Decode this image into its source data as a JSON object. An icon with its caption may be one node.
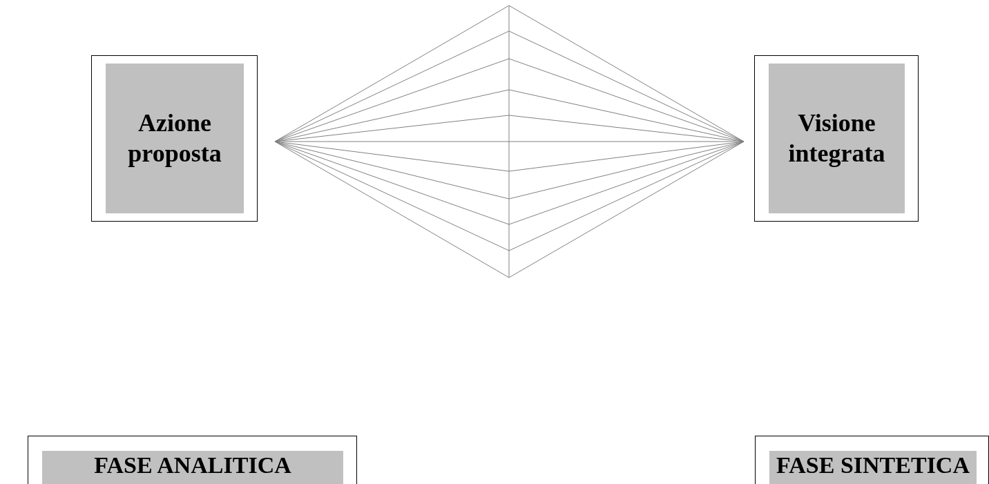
{
  "diagram": {
    "nodes": [
      {
        "text": [
          "Azione proposta"
        ]
      },
      {
        "text": [
          "Visione integrata"
        ]
      },
      {
        "text": [
          "FASE ANALITICA"
        ]
      },
      {
        "text": [
          "FASE SINTETICA"
        ]
      }
    ],
    "edges": []
  }
}
